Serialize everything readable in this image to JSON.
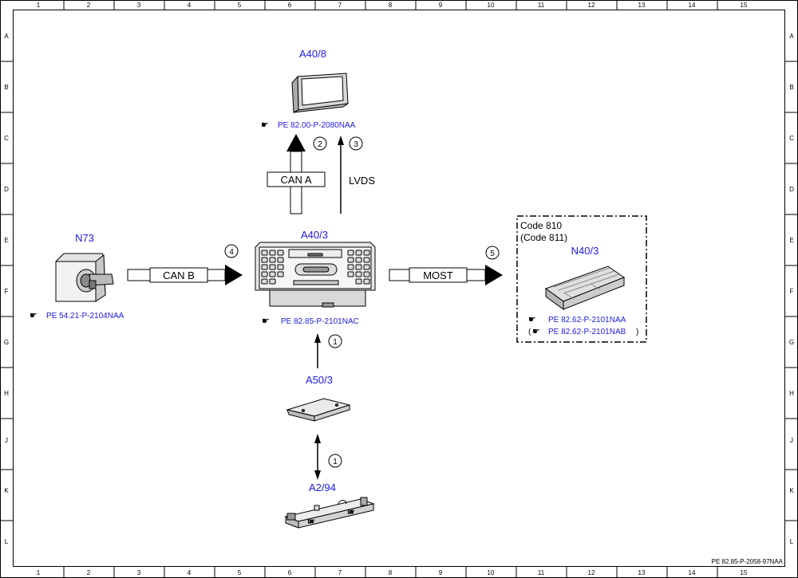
{
  "grid": {
    "columns": [
      "1",
      "2",
      "3",
      "4",
      "5",
      "6",
      "7",
      "8",
      "9",
      "10",
      "11",
      "12",
      "13",
      "14",
      "15"
    ],
    "rows": [
      "A",
      "B",
      "C",
      "D",
      "E",
      "F",
      "G",
      "H",
      "J",
      "K",
      "L"
    ]
  },
  "components": {
    "a40_8": {
      "label": "A40/8",
      "ref": "PE 82.00-P-2080NAA"
    },
    "a40_3": {
      "label": "A40/3",
      "ref": "PE 82.85-P-2101NAC"
    },
    "n73": {
      "label": "N73",
      "ref": "PE 54.21-P-2104NAA"
    },
    "n40_3": {
      "label": "N40/3",
      "ref1": "PE 82.62-P-2101NAA",
      "ref2": "PE 82.62-P-2101NAB",
      "ref2_open": "(",
      "ref2_close": ")"
    },
    "a50_3": {
      "label": "A50/3"
    },
    "a2_94": {
      "label": "A2/94"
    }
  },
  "code_box": {
    "line1": "Code 810",
    "line2": "(Code 811)"
  },
  "connections": {
    "can_a": "CAN A",
    "lvds": "LVDS",
    "can_b": "CAN B",
    "most": "MOST"
  },
  "markers": {
    "m2": "2",
    "m3": "3",
    "m4": "4",
    "m5": "5",
    "m1a": "1",
    "m1b": "1"
  },
  "footer": "PE 82.85-P-2058-97NAA",
  "colors": {
    "label": "#1a1ae6",
    "line": "#000000"
  }
}
